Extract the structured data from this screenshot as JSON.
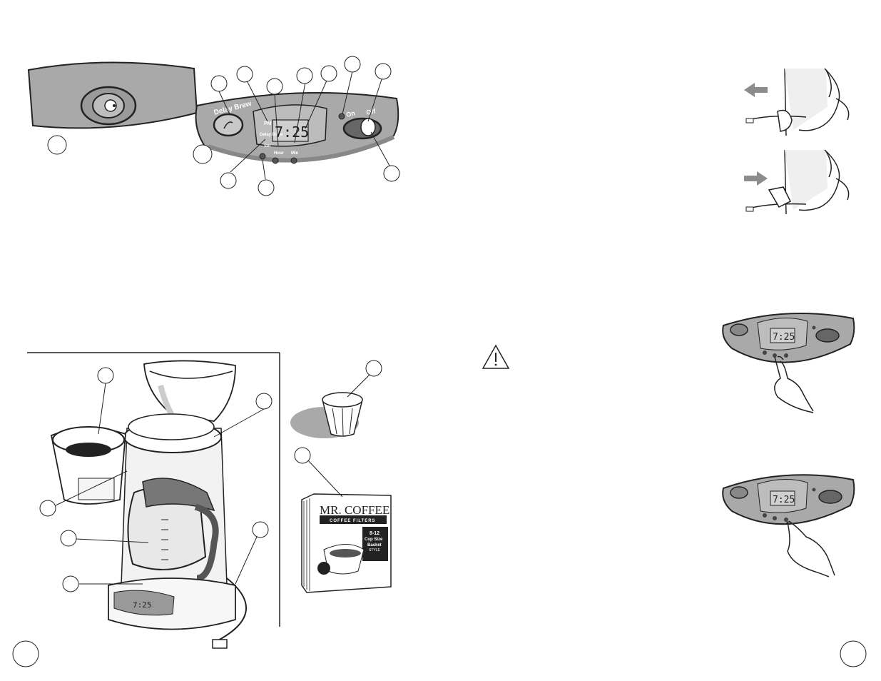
{
  "control_panel": {
    "delay_brew_label": "Delay Brew",
    "on_label": "On",
    "off_label": "Off",
    "pm_label": "PM",
    "delay_brew_small_label": "Delay\nBrew",
    "set_label": "Set",
    "hour_label": "Hour",
    "min_label": "Min",
    "clock_time": "7:25"
  },
  "filter_box": {
    "brand": "MR. COFFEE",
    "sub_brand": "COFFEE FILTERS",
    "size_line1": "8-12",
    "size_line2": "Cup Size",
    "size_line3": "Basket",
    "size_line4": "STYLE"
  },
  "colors": {
    "panel_gray": "#a9a9a9",
    "arrow_gray": "#8c8c8c",
    "ink": "#222222"
  }
}
